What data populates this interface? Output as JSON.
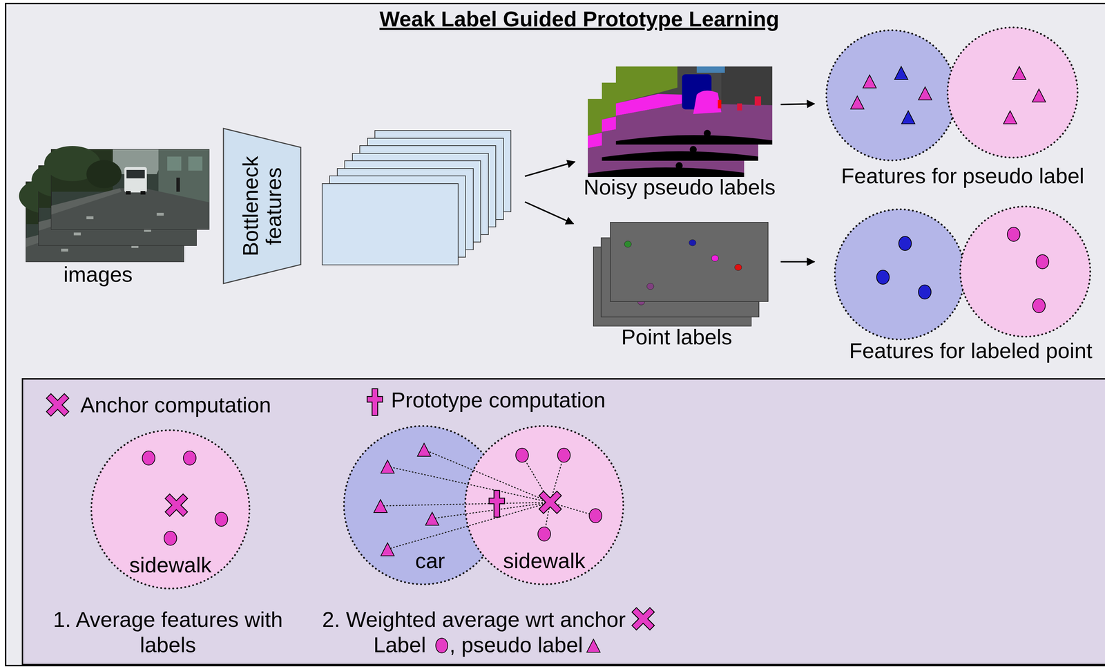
{
  "diagram": {
    "title": "Weak Label Guided Prototype Learning",
    "nodes": [
      {
        "text": [
          "Bottleneck features"
        ]
      },
      {
        "text": [
          "sidewalk"
        ]
      },
      {
        "text": [
          "car"
        ]
      },
      {
        "text": [
          "sidewalk"
        ]
      }
    ],
    "labels": [
      "images",
      "Noisy pseudo labels",
      "Point labels",
      "Features for pseudo label",
      "Features for labeled point",
      "1. Average features with labels",
      "2. Weighted average wrt anchor",
      "Label",
      ", pseudo label"
    ],
    "legend": [
      {
        "text": "Anchor computation"
      },
      {
        "text": "Prototype computation"
      }
    ]
  }
}
